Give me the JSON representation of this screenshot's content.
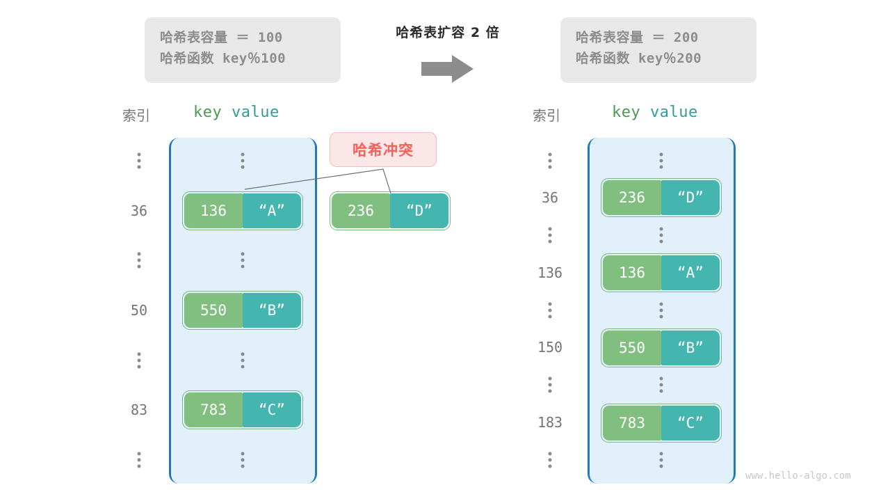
{
  "left_panel": {
    "capacity_line": "哈希表容量 ＝ 100",
    "function_line": "哈希函数 key％100"
  },
  "right_panel": {
    "capacity_line": "哈希表容量 ＝ 200",
    "function_line": "哈希函数 key％200"
  },
  "center": {
    "title": "哈希表扩容 2 倍",
    "arrow_icon": "right-arrow-icon"
  },
  "headers": {
    "index": "索引",
    "key": "key",
    "value": "value"
  },
  "collision_badge": {
    "label": "哈希冲突",
    "color": "#f4605a",
    "background": "#fbe7e7",
    "border": "#f3bdbd"
  },
  "colors": {
    "key_cell": "#81bf81",
    "value_cell": "#45b5b0",
    "bucket_fill": "#e2f0fb",
    "bucket_border": "#1f78c1",
    "pair_border": "#7cb97c",
    "index_text": "#757575",
    "info_box_bg": "#e8e8e8",
    "info_text": "#8c8c8c"
  },
  "left_table": {
    "rows": [
      {
        "type": "ellipsis",
        "index": "",
        "key": "",
        "value": ""
      },
      {
        "type": "pair",
        "index": "36",
        "key": "136",
        "value": "“A”"
      },
      {
        "type": "ellipsis",
        "index": "",
        "key": "",
        "value": ""
      },
      {
        "type": "pair",
        "index": "50",
        "key": "550",
        "value": "“B”"
      },
      {
        "type": "ellipsis",
        "index": "",
        "key": "",
        "value": ""
      },
      {
        "type": "pair",
        "index": "83",
        "key": "783",
        "value": "“C”"
      },
      {
        "type": "ellipsis",
        "index": "",
        "key": "",
        "value": ""
      }
    ]
  },
  "collision_pair": {
    "key": "236",
    "value": "“D”"
  },
  "right_table": {
    "rows": [
      {
        "type": "ellipsis",
        "index": "",
        "key": "",
        "value": ""
      },
      {
        "type": "pair",
        "index": "36",
        "key": "236",
        "value": "“D”"
      },
      {
        "type": "ellipsis",
        "index": "",
        "key": "",
        "value": ""
      },
      {
        "type": "pair",
        "index": "136",
        "key": "136",
        "value": "“A”"
      },
      {
        "type": "ellipsis",
        "index": "",
        "key": "",
        "value": ""
      },
      {
        "type": "pair",
        "index": "150",
        "key": "550",
        "value": "“B”"
      },
      {
        "type": "ellipsis",
        "index": "",
        "key": "",
        "value": ""
      },
      {
        "type": "pair",
        "index": "183",
        "key": "783",
        "value": "“C”"
      },
      {
        "type": "ellipsis",
        "index": "",
        "key": "",
        "value": ""
      }
    ]
  },
  "watermark": "www.hello-algo.com"
}
